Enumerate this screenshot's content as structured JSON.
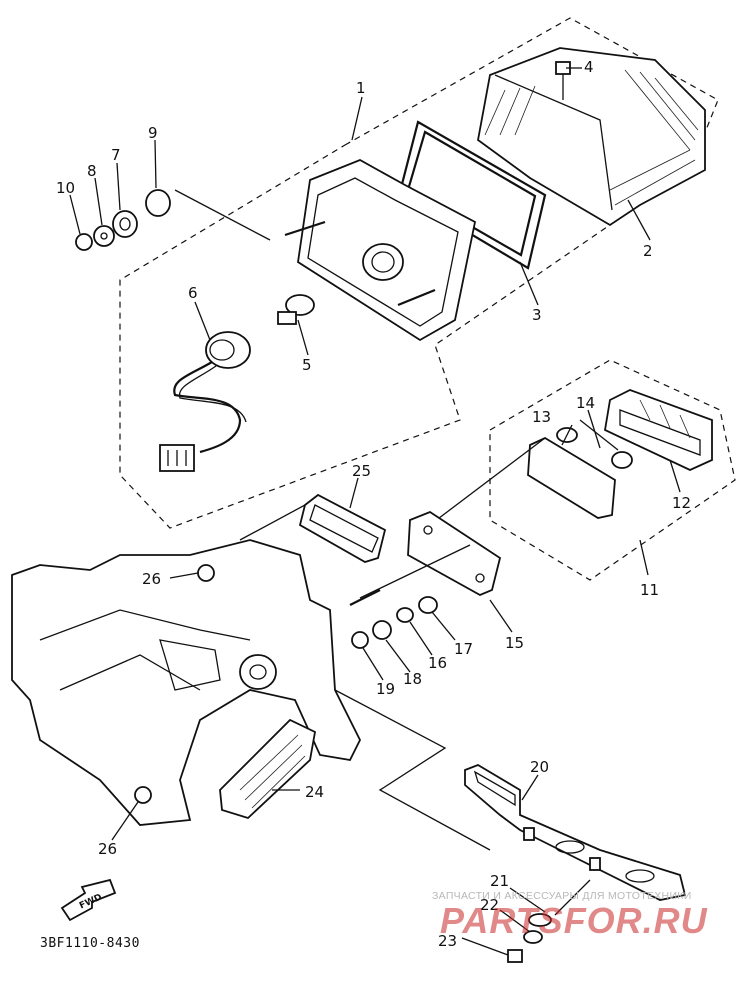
{
  "diagram_code": "3BF1110-8430",
  "fwd_label": "FWD",
  "watermark": {
    "line1": "ЗАПЧАСТИ И АКСЕССУАРЫ ДЛЯ МОТОТЕХНИКИ",
    "line2": "PARTSFOR.RU"
  },
  "callouts": {
    "p1": "1",
    "p2": "2",
    "p3": "3",
    "p4": "4",
    "p5": "5",
    "p6": "6",
    "p7": "7",
    "p8": "8",
    "p9": "9",
    "p10": "10",
    "p11": "11",
    "p12": "12",
    "p13": "13",
    "p14": "14",
    "p15": "15",
    "p16": "16",
    "p17": "17",
    "p18": "18",
    "p19": "19",
    "p20": "20",
    "p21": "21",
    "p22": "22",
    "p23": "23",
    "p24": "24",
    "p25": "25",
    "p26a": "26",
    "p26b": "26"
  }
}
